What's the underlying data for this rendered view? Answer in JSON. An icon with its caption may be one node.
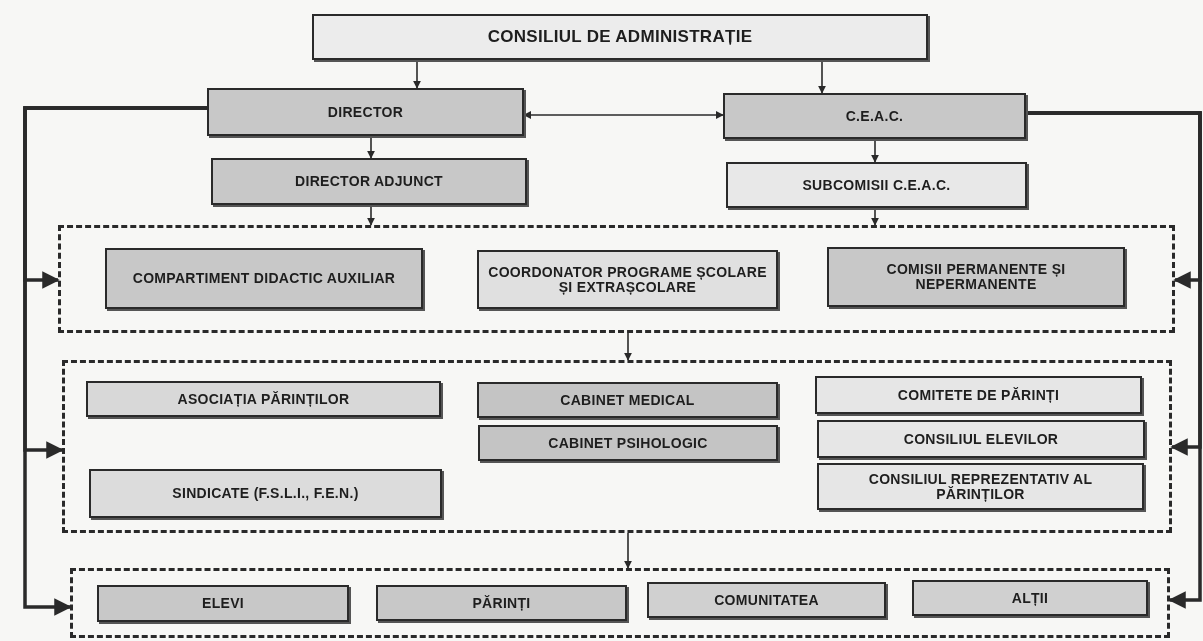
{
  "diagram": {
    "nodes": [
      {
        "text": [
          "CONSILIUL DE ADMINISTRAȚIE"
        ]
      },
      {
        "text": [
          "DIRECTOR"
        ]
      },
      {
        "text": [
          "C.E.A.C."
        ]
      },
      {
        "text": [
          "DIRECTOR ADJUNCT"
        ]
      },
      {
        "text": [
          "SUBCOMISII C.E.A.C."
        ]
      },
      {
        "text": [],
        "shape": "box"
      },
      {
        "text": [
          "COMPARTIMENT DIDACTIC AUXILIAR"
        ],
        "in": 5
      },
      {
        "text": [
          "COORDONATOR PROGRAME ȘCOLARE ȘI EXTRAȘCOLARE"
        ],
        "in": 5
      },
      {
        "text": [
          "COMISII PERMANENTE ȘI NEPERMANENTE"
        ],
        "in": 5
      },
      {
        "text": [],
        "shape": "box"
      },
      {
        "text": [
          "ASOCIAȚIA PĂRINȚILOR"
        ],
        "in": 9
      },
      {
        "text": [
          "CABINET MEDICAL"
        ],
        "in": 9
      },
      {
        "text": [
          "COMITETE DE PĂRINȚI"
        ],
        "in": 9
      },
      {
        "text": [
          "CABINET PSIHOLOGIC"
        ],
        "in": 9
      },
      {
        "text": [
          "CONSILIUL ELEVILOR"
        ],
        "in": 9
      },
      {
        "text": [
          "SINDICATE (F.S.L.I., F.E.N.)"
        ],
        "in": 9
      },
      {
        "text": [
          "CONSILIUL REPREZENTATIV AL PĂRINȚILOR"
        ],
        "in": 9
      },
      {
        "text": [],
        "shape": "box"
      },
      {
        "text": [
          "ELEVI"
        ],
        "in": 17
      },
      {
        "text": [
          "PĂRINȚI"
        ],
        "in": 17
      },
      {
        "text": [
          "COMUNITATEA"
        ],
        "in": 17
      },
      {
        "text": [
          "ALȚII"
        ],
        "in": 17
      }
    ],
    "edges": [
      {
        "from": 0,
        "to": 1,
        "arrow": "to"
      },
      {
        "from": 0,
        "to": 2,
        "arrow": "to"
      },
      {
        "from": 1,
        "to": 2,
        "arrow": "both"
      },
      {
        "from": 1,
        "to": 3,
        "arrow": "to"
      },
      {
        "from": 2,
        "to": 4,
        "arrow": "to"
      },
      {
        "from": 3,
        "to": 5,
        "arrow": "to"
      },
      {
        "from": 4,
        "to": 5,
        "arrow": "to"
      },
      {
        "from": 5,
        "to": 9,
        "arrow": "to"
      },
      {
        "from": 9,
        "to": 17,
        "arrow": "to"
      },
      {
        "from": 1,
        "to": 5,
        "arrow": "to",
        "style": "thick"
      },
      {
        "from": 1,
        "to": 9,
        "arrow": "to",
        "style": "thick"
      },
      {
        "from": 1,
        "to": 17,
        "arrow": "to",
        "style": "thick"
      },
      {
        "from": 2,
        "to": 5,
        "arrow": "to",
        "style": "thick"
      },
      {
        "from": 2,
        "to": 9,
        "arrow": "to",
        "style": "thick"
      },
      {
        "from": 2,
        "to": 17,
        "arrow": "to",
        "style": "thick"
      }
    ]
  }
}
